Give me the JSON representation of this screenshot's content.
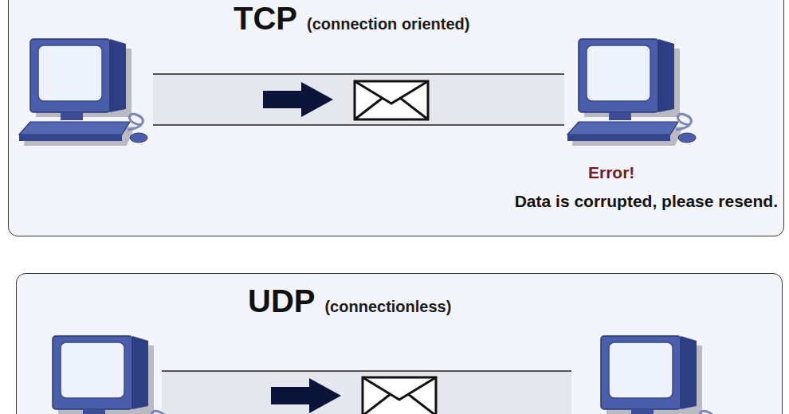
{
  "diagram": {
    "nodes": [
      {
        "text": [
          "TCP",
          "(connection oriented)"
        ]
      },
      {
        "text": [
          "UDP",
          "(connectionless)"
        ]
      }
    ],
    "labels": [
      "Error!",
      "Data is corrupted, please resend."
    ]
  }
}
